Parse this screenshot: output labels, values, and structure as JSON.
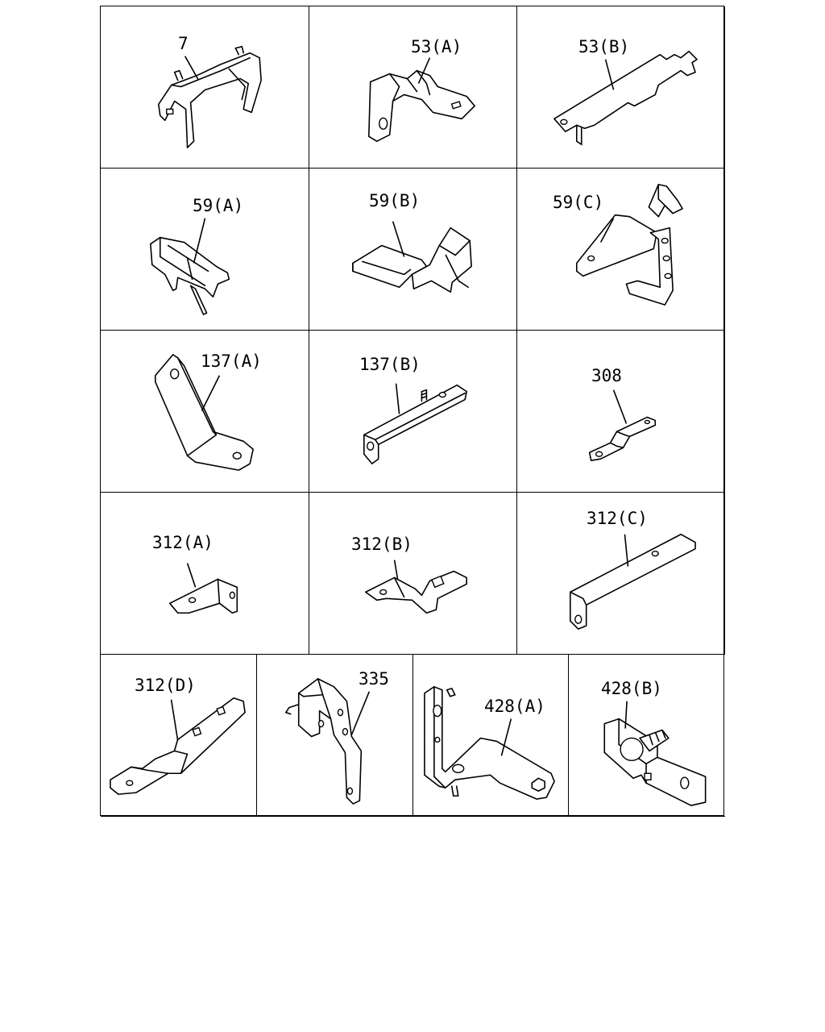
{
  "cells": [
    {
      "id": "7",
      "label": "7"
    },
    {
      "id": "53a",
      "label": "53(A)"
    },
    {
      "id": "53b",
      "label": "53(B)"
    },
    {
      "id": "59a",
      "label": "59(A)"
    },
    {
      "id": "59b",
      "label": "59(B)"
    },
    {
      "id": "59c",
      "label": "59(C)"
    },
    {
      "id": "137a",
      "label": "137(A)"
    },
    {
      "id": "137b",
      "label": "137(B)"
    },
    {
      "id": "308",
      "label": "308"
    },
    {
      "id": "312a",
      "label": "312(A)"
    },
    {
      "id": "312b",
      "label": "312(B)"
    },
    {
      "id": "312c",
      "label": "312(C)"
    },
    {
      "id": "312d",
      "label": "312(D)"
    },
    {
      "id": "335",
      "label": "335"
    },
    {
      "id": "428a",
      "label": "428(A)"
    },
    {
      "id": "428b",
      "label": "428(B)"
    }
  ]
}
